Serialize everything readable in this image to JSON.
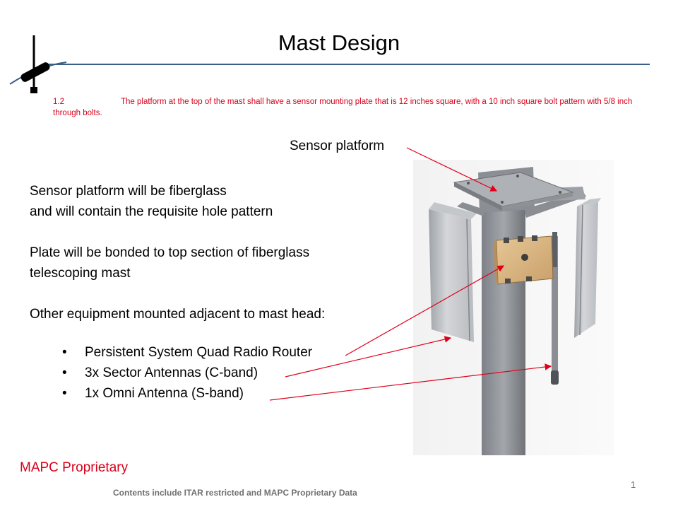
{
  "slide": {
    "title": "Mast Design",
    "requirement": {
      "number": "1.2",
      "text": "The platform at the top of the mast shall have a sensor mounting plate that is 12 inches square, with a 10 inch square bolt pattern with 5/8 inch through bolts."
    },
    "callout_sensor_platform": "Sensor platform",
    "body_lines": [
      "Sensor platform will be fiberglass",
      "and will contain the requisite hole pattern",
      "",
      "Plate will be bonded to top section of fiberglass",
      "telescoping mast",
      "",
      "Other equipment mounted adjacent to mast head:"
    ],
    "bullets": [
      "Persistent System Quad Radio Router",
      "3x Sector Antennas (C-band)",
      "1x Omni Antenna (S-band)"
    ],
    "bullet_glyph": "•",
    "footer_proprietary": "MAPC Proprietary",
    "footer_itar": "Contents include ITAR restricted and MAPC Proprietary Data",
    "page_number": "1"
  },
  "colors": {
    "accent_rule": "#3b5f86",
    "requirement_text": "#d9001a",
    "arrow": "#e0001b",
    "footer_red": "#d9001a"
  },
  "icons": [
    "mast-logo-icon",
    "mast-render-image"
  ]
}
